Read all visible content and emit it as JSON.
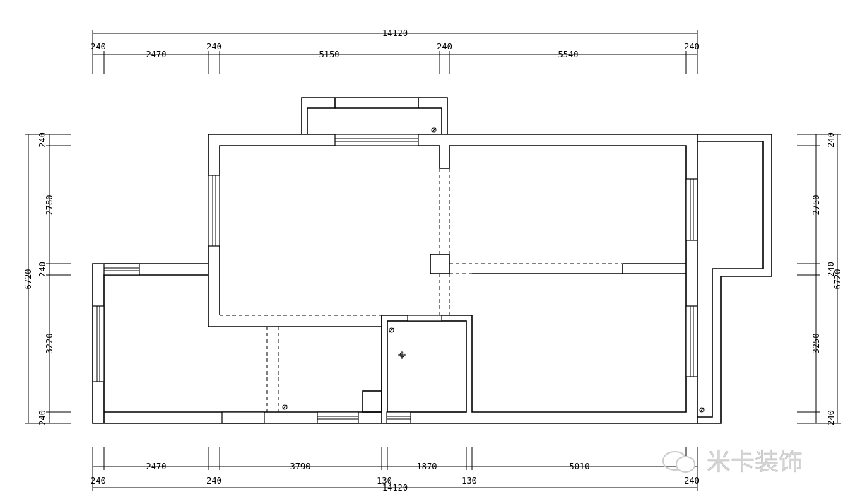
{
  "dimensions": {
    "top_total": "14120",
    "top": [
      "240",
      "2470",
      "240",
      "5150",
      "240",
      "5540",
      "240"
    ],
    "bottom_upper": [
      "2470",
      "3790",
      "1870",
      "5010"
    ],
    "bottom_lower": [
      "240",
      "240",
      "130",
      "130",
      "240"
    ],
    "bottom_total": "14120",
    "left": [
      "240",
      "2780",
      "240",
      "3220",
      "240"
    ],
    "left_total": "6720",
    "right": [
      "240",
      "2750",
      "240",
      "3250",
      "240"
    ],
    "right_total": "6720"
  },
  "watermark": "米卡装饰"
}
